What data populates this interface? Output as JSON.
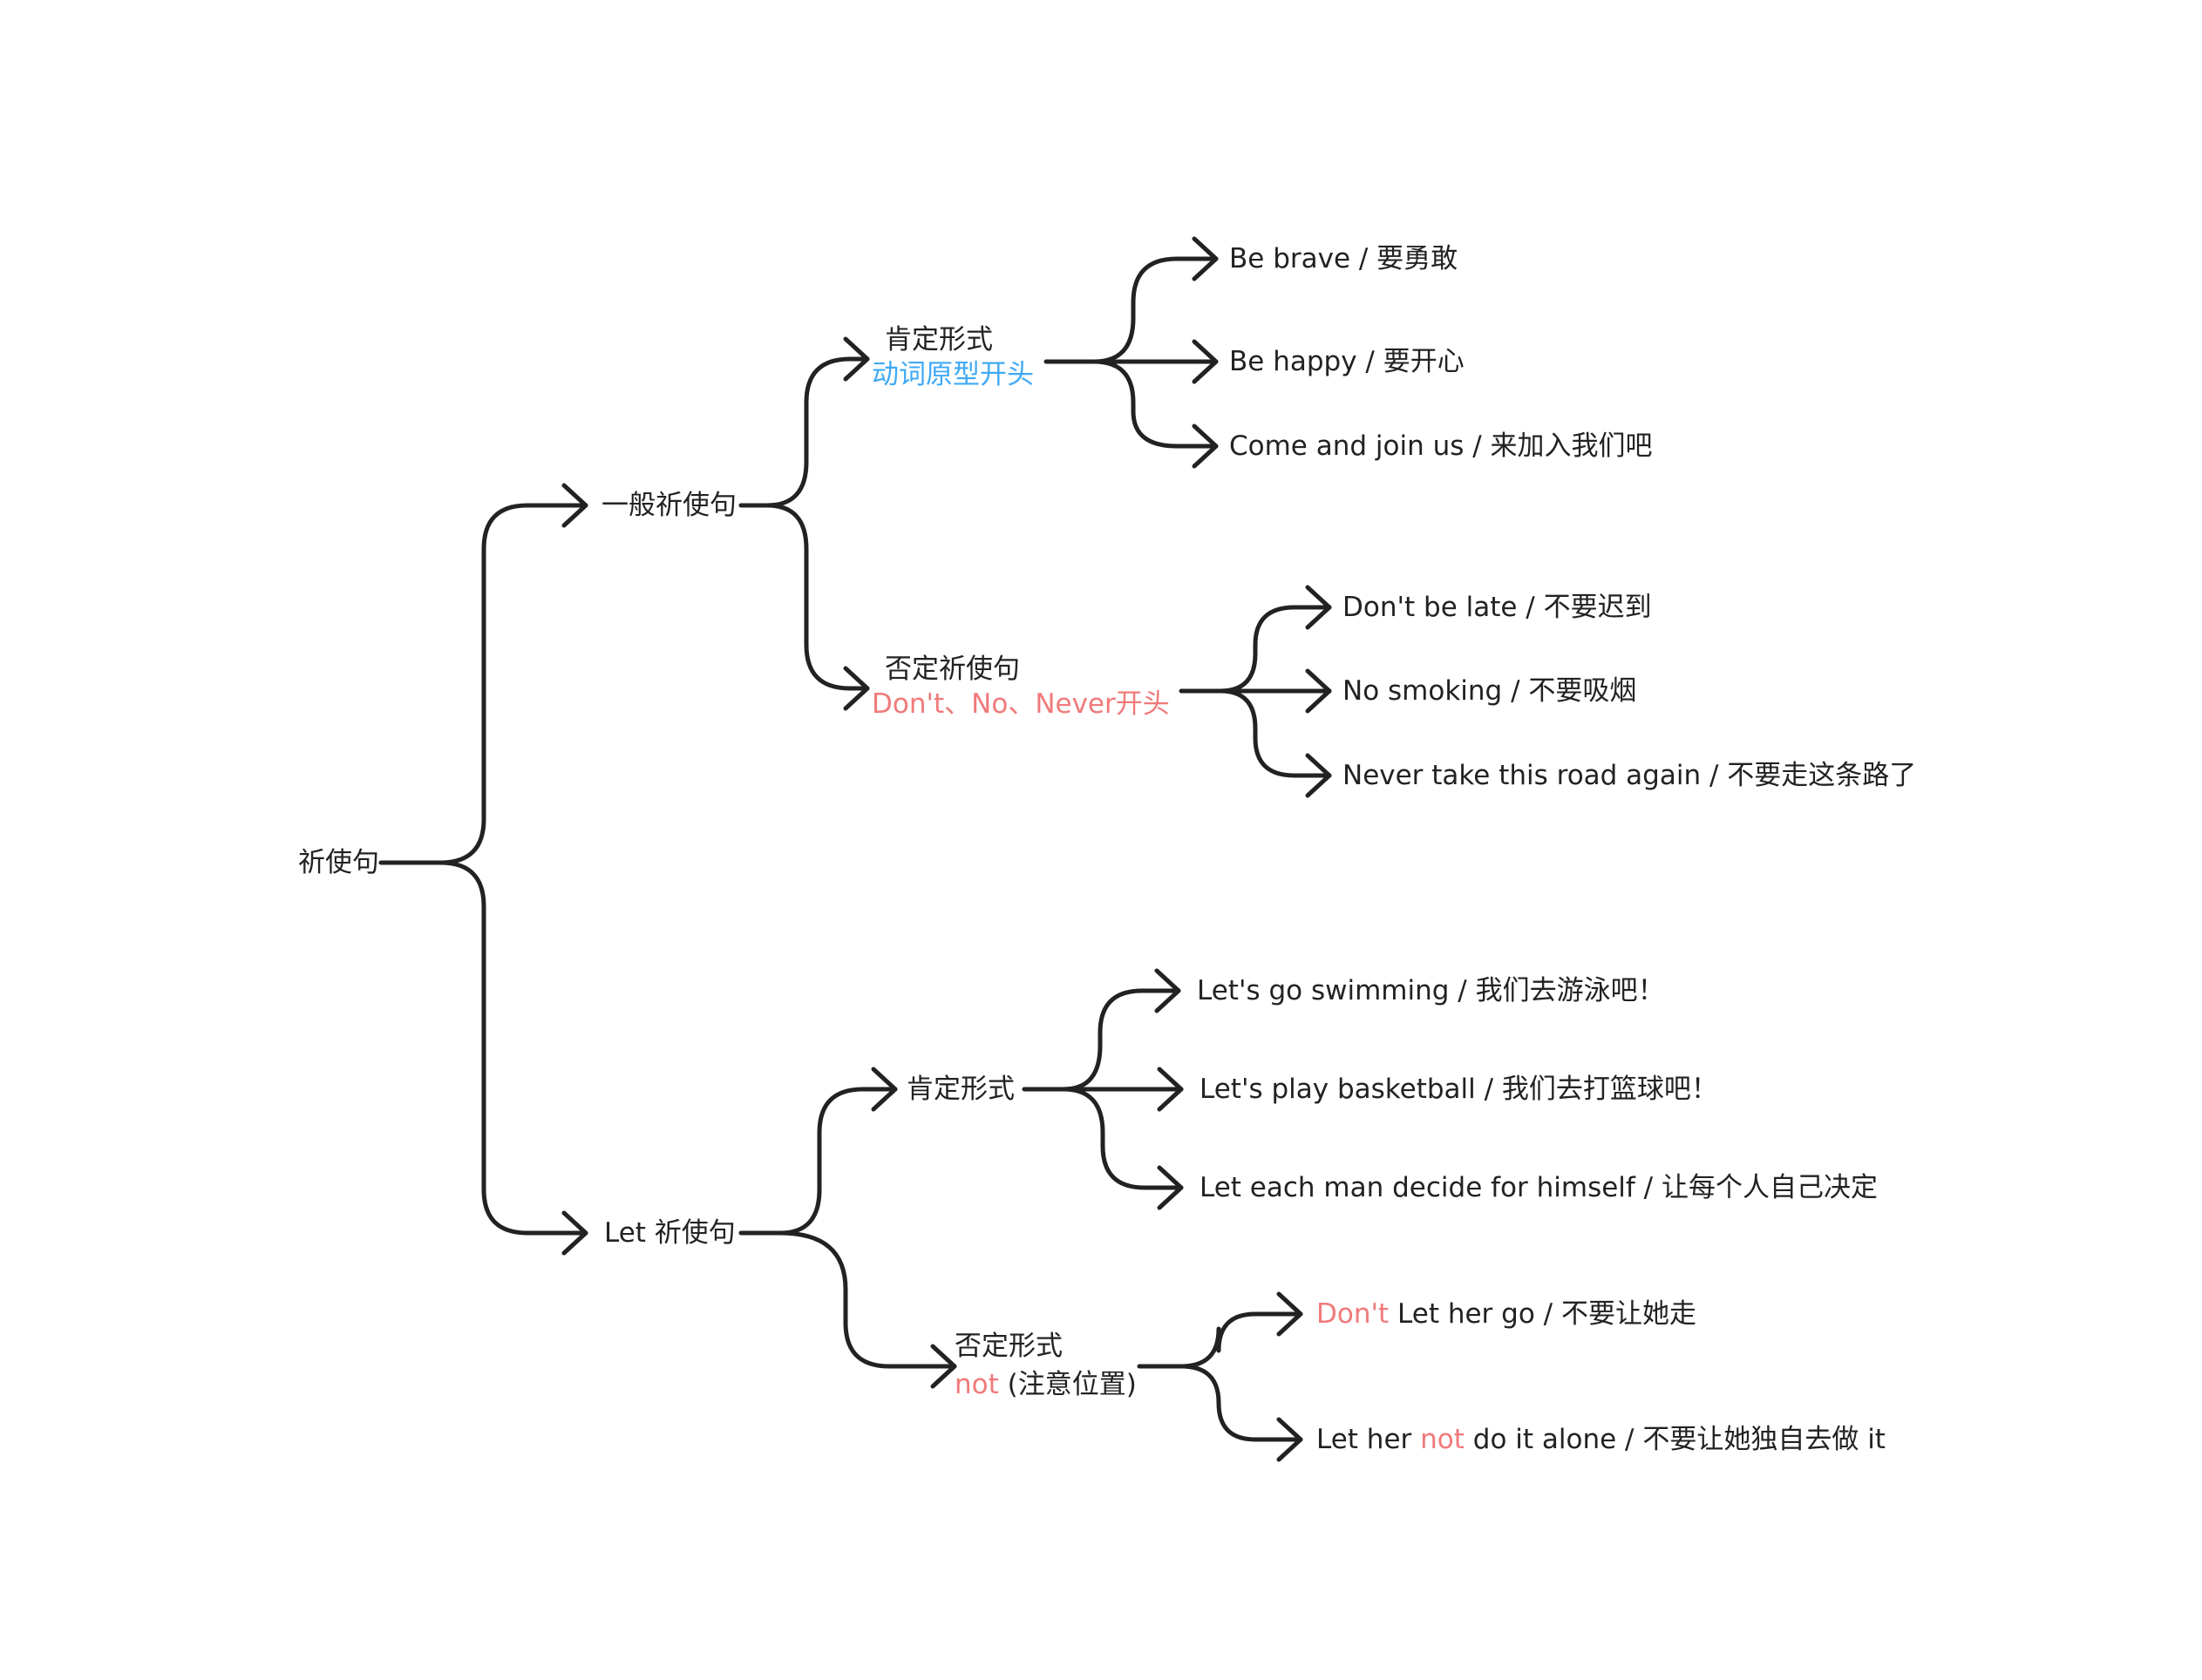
{
  "colors": {
    "line": "#222222",
    "text": "#222222",
    "accent_blue": "#3fa9f5",
    "accent_red": "#f07a7a",
    "background": "#ffffff"
  },
  "mindmap": {
    "root": {
      "label": "祈使句"
    },
    "branches": [
      {
        "label": "一般祈使句",
        "children": [
          {
            "label": "肯定形式",
            "note": "动词原型开头",
            "note_color": "blue",
            "leaves": [
              {
                "label": "Be brave / 要勇敢"
              },
              {
                "label": "Be happy / 要开心"
              },
              {
                "label": "Come and join us / 来加入我们吧"
              }
            ]
          },
          {
            "label": "否定祈使句",
            "note": "Don't、No、Never开头",
            "note_color": "red",
            "leaves": [
              {
                "label": "Don't be late / 不要迟到"
              },
              {
                "label": "No smoking / 不要吸烟"
              },
              {
                "label": "Never take this road again / 不要走这条路了"
              }
            ]
          }
        ]
      },
      {
        "label": "Let 祈使句",
        "children": [
          {
            "label": "肯定形式",
            "leaves": [
              {
                "label": "Let's go swimming / 我们去游泳吧！"
              },
              {
                "label": "Let's play basketball / 我们去打篮球吧！"
              },
              {
                "label": "Let each man decide for himself / 让每个人自己决定"
              }
            ]
          },
          {
            "label": "否定形式",
            "note_red": "not",
            "note_rest": " (注意位置)",
            "leaves": [
              {
                "red": "Don't",
                "rest": " Let her go / 不要让她走"
              },
              {
                "pre": "Let her ",
                "red": "not",
                "rest": " do it alone / 不要让她独自去做 it"
              }
            ]
          }
        ]
      }
    ]
  }
}
